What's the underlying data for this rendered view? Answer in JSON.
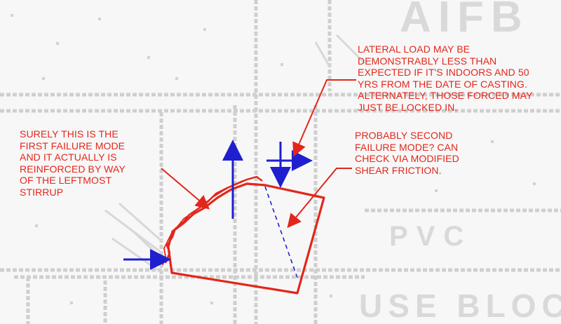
{
  "annotations": {
    "first_failure": "SURELY THIS IS THE\nFIRST FAILURE MODE\nAND IT ACTUALLY IS\nREINFORCED BY WAY\nOF THE LEFTMOST\nSTIRRUP",
    "lateral_load": "LATERAL LOAD MAY BE\nDEMONSTRABLY LESS THAN\nEXPECTED IF IT'S INDOORS AND 50\nYRS FROM THE DATE OF CASTING.\nALTERNATELY, THOSE FORCED MAY\nJUST BE LOCKED IN.",
    "second_failure": "PROBABLY SECOND\nFAILURE MODE?  CAN\nCHECK VIA MODIFIED\nSHEAR FRICTION."
  },
  "background_text": {
    "top_right": "AIFB",
    "lower_middle": "PVC",
    "bottom_right": "USE BLOC"
  },
  "colors": {
    "annotation": "#e3261b",
    "force_arrow": "#1f1fd0",
    "drawing_lines": "#c8c8c8"
  }
}
